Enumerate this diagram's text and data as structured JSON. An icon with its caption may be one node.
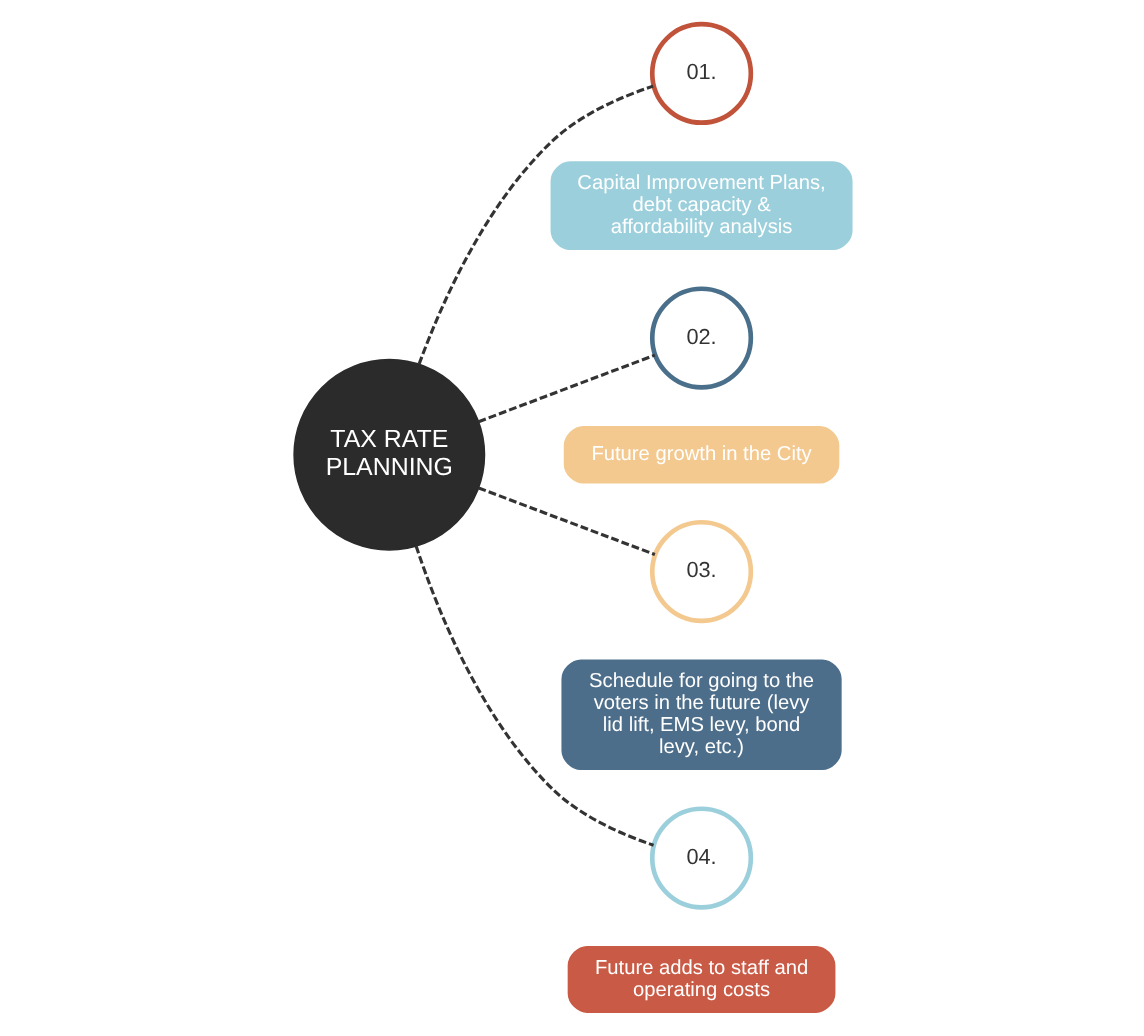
{
  "diagram": {
    "nodes": [
      {
        "text": [
          "TAX RATE PLANNING"
        ]
      },
      {
        "text": [
          "01."
        ]
      },
      {
        "text": [
          "Capital Improvement Plans, debt capacity & affordability analysis"
        ]
      },
      {
        "text": [
          "02."
        ]
      },
      {
        "text": [
          "Future growth in the City"
        ]
      },
      {
        "text": [
          "03."
        ]
      },
      {
        "text": [
          "Schedule for going to the voters in the future (levy lid lift, EMS levy, bond levy, etc.)"
        ]
      },
      {
        "text": [
          "04."
        ]
      },
      {
        "text": [
          "Future adds to staff and operating costs"
        ]
      }
    ],
    "edges": [
      {
        "from": 0,
        "to": 1,
        "arrow": "none",
        "style": "dashed"
      },
      {
        "from": 0,
        "to": 3,
        "arrow": "none",
        "style": "dashed"
      },
      {
        "from": 0,
        "to": 5,
        "arrow": "none",
        "style": "dashed"
      },
      {
        "from": 0,
        "to": 7,
        "arrow": "none",
        "style": "dashed"
      }
    ]
  }
}
